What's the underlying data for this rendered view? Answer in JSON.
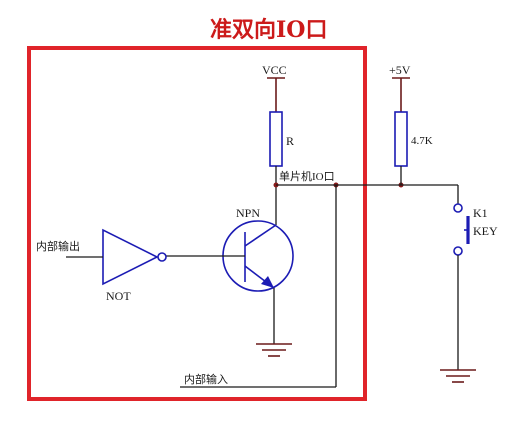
{
  "title": "准双向IO口",
  "labels": {
    "vcc": "VCC",
    "plus5v": "+5V",
    "resistor": "R",
    "pullup": "4.7K",
    "io_port": "单片机IO口",
    "npn": "NPN",
    "not_gate": "NOT",
    "internal_output": "内部输出",
    "internal_input": "内部输入",
    "key_ref": "K1",
    "key": "KEY"
  },
  "colors": {
    "frame": "#e0242a",
    "component": "#1c1cb4",
    "wire": "#1a1a1a",
    "ground": "#6b1a1a",
    "title": "#cc1a1a"
  }
}
